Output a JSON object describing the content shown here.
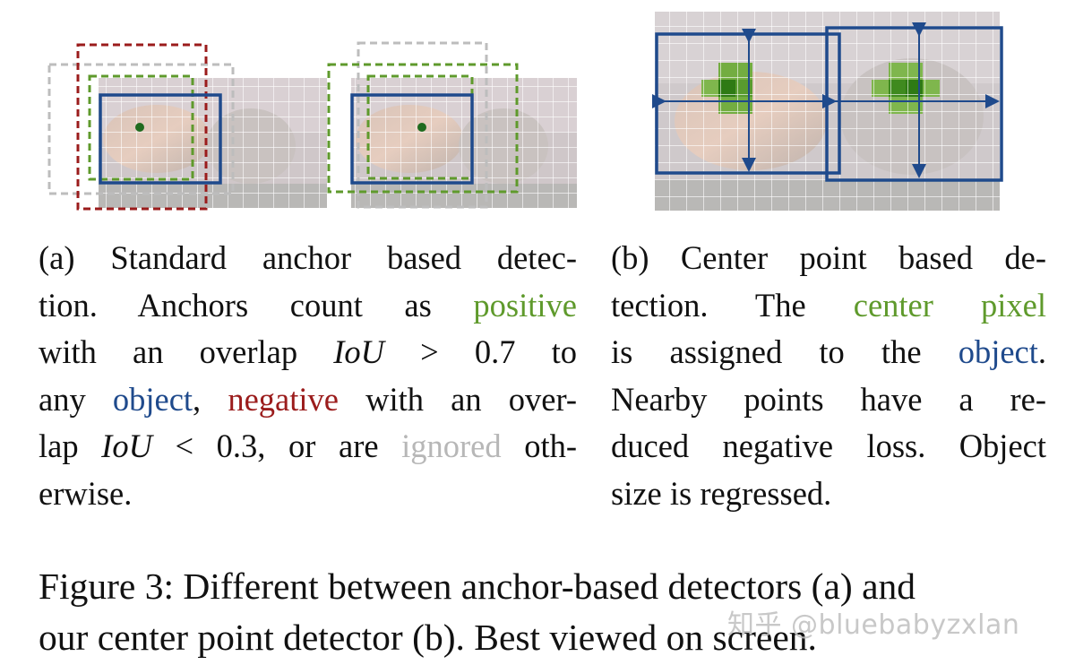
{
  "caption_a": {
    "label": "(a)",
    "line1": "Standard anchor based detec-",
    "line2_a": "tion.  Anchors count as ",
    "positive": "positive",
    "line3_a": "with an overlap ",
    "iou": "IoU",
    "gt_07": " > 0.7 to",
    "line4_a": "any ",
    "object": "object",
    "comma": ", ",
    "negative": "negative",
    "line4_b": " with an over-",
    "line5_a": "lap ",
    "lt_03": " < 0.3, or are ",
    "ignored": "ignored",
    "line5_b": " oth-",
    "line6": "erwise."
  },
  "caption_b": {
    "label": "(b)",
    "line1": "Center point based de-",
    "line2_a": "tection.  The ",
    "center_pixel": "center pixel",
    "line3_a": "is assigned to the ",
    "object": "object",
    "line3_b": ".",
    "line4": "Nearby points have a re-",
    "line5": "duced negative loss. Object",
    "line6": "size is regressed."
  },
  "figure_caption": {
    "line1": "Figure 3: Different between anchor-based detectors (a) and",
    "line2": "our center point detector (b). Best viewed on screen."
  },
  "watermark": "知乎 @bluebabyzxlan",
  "colors": {
    "positive": "#5f9a2c",
    "object": "#1f4a8c",
    "negative": "#9b1c1c",
    "ignored": "#b7b7b7"
  }
}
